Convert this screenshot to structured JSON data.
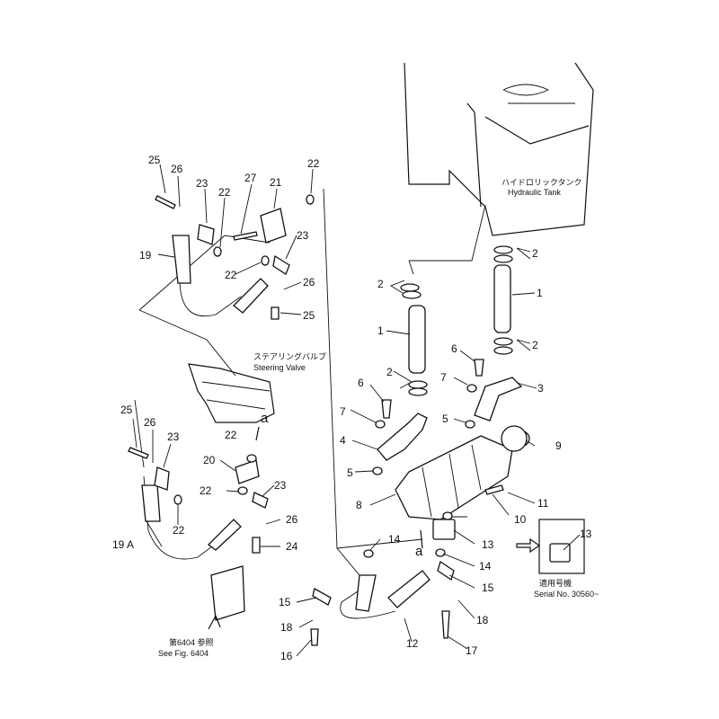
{
  "labels": {
    "hydraulic_tank_jp": "ハイドロリックタンク",
    "hydraulic_tank_en": "Hydraulic Tank",
    "steering_valve_jp": "ステアリングバルブ",
    "steering_valve_en": "Steering Valve",
    "see_fig_jp": "第6404 参照",
    "see_fig_en": "See Fig. 6404",
    "serial_jp": "適用号機",
    "serial_en": "Serial No. 30560~",
    "ref_a": "a"
  },
  "callouts": [
    "25",
    "26",
    "23",
    "22",
    "27",
    "21",
    "22",
    "19",
    "22",
    "23",
    "26",
    "25",
    "2",
    "2",
    "1",
    "1",
    "2",
    "6",
    "7",
    "2",
    "3",
    "6",
    "7",
    "4",
    "5",
    "5",
    "9",
    "8",
    "10",
    "11",
    "25",
    "26",
    "23",
    "20",
    "22",
    "22",
    "23",
    "26",
    "24",
    "19 A",
    "22",
    "14",
    "13",
    "14",
    "15",
    "18",
    "16",
    "12",
    "17",
    "15",
    "18",
    "13"
  ]
}
